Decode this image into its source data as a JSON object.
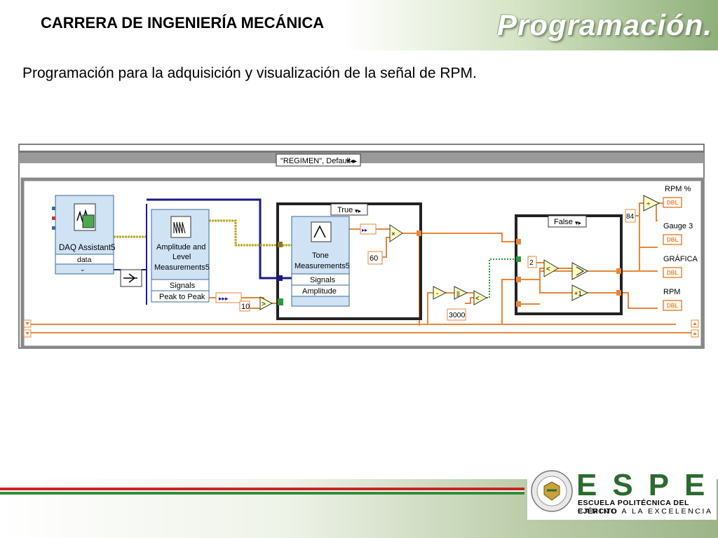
{
  "header": {
    "career": "CARRERA DE INGENIERÍA MECÁNICA",
    "title": "Programación."
  },
  "subtitle": "Programación para la adquisición y visualización de la señal de RPM.",
  "diagram": {
    "case_selector": "\"REGIMEN\", Default",
    "daq": {
      "name": "DAQ Assistant5",
      "output": "data"
    },
    "amp": {
      "name_1": "Amplitude and",
      "name_2": "Level",
      "name_3": "Measurements5",
      "input": "Signals",
      "output": "Peak to Peak"
    },
    "tone": {
      "name_1": "Tone",
      "name_2": "Measurements5",
      "input": "Signals",
      "output": "Amplitude"
    },
    "case_true": "True",
    "case_false": "False",
    "constants": {
      "c10": "10",
      "c60": "60",
      "c3000": "3000",
      "c2": "2",
      "c84": "84"
    },
    "operators": {
      "greater": ">",
      "multiply": "×",
      "subtract": "-",
      "abs": "||",
      "less": "<",
      "less2": "<",
      "divide": "÷",
      "increment": "+1"
    },
    "indicators": [
      {
        "label": "RPM %",
        "type": "DBL"
      },
      {
        "label": "Gauge 3",
        "type": "DBL"
      },
      {
        "label": "GRÁFICA",
        "type": "DBL"
      },
      {
        "label": "RPM",
        "type": "DBL"
      }
    ]
  },
  "footer": {
    "brand": "ESPE",
    "school": "ESCUELA POLITÉCNICA DEL EJÉRCITO",
    "motto": "CAMINO A LA EXCELENCIA"
  },
  "colors": {
    "wire_orange": "#e8863a",
    "wire_blue": "#1a1a8c",
    "wire_yellow": "#b8a81c",
    "node_blue": "#cfe3f5",
    "brand_green": "#2b6b2f"
  }
}
